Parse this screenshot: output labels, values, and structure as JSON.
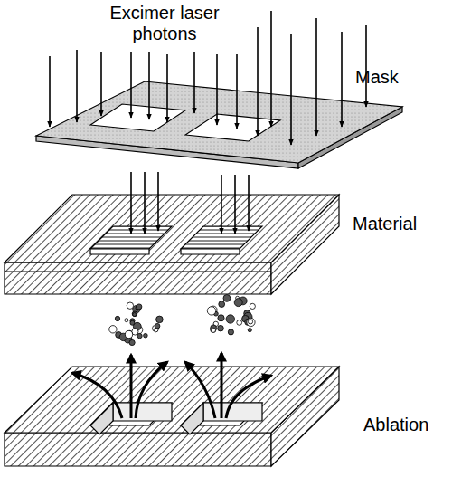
{
  "diagram": {
    "labels": [
      "Excimer laser photons",
      "Mask",
      "Material",
      "Ablation"
    ]
  }
}
